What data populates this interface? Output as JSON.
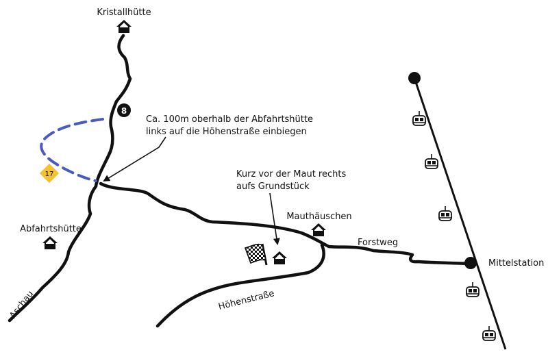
{
  "labels": {
    "kristallhuette": "Kristallhütte",
    "abfahrtshuette": "Abfahrtshütte",
    "mauthaeuschen": "Mauthäuschen",
    "forstweg": "Forstweg",
    "mittelstation": "Mittelstation",
    "aschau": "Aschau",
    "hoehenstrasse": "Höhenstraße"
  },
  "notes": {
    "turn_line1": "Ca. 100m oberhalb der Abfahrtshütte",
    "turn_line2": "links auf die Höhenstraße einbiegen",
    "plot_line1": "Kurz vor der Maut rechts",
    "plot_line2": "aufs Grundstück"
  },
  "badges": {
    "route_8": "8",
    "route_17": "17"
  },
  "icons": {
    "hut": "hut-icon",
    "finish_flag": "checkered-flag-icon",
    "gondola": "gondola-cabin-icon",
    "station": "station-dot-icon"
  },
  "colors": {
    "road": "#111111",
    "trail": "#4a5bbf",
    "badge_17": "#f2c230",
    "badge_8": "#111111"
  }
}
